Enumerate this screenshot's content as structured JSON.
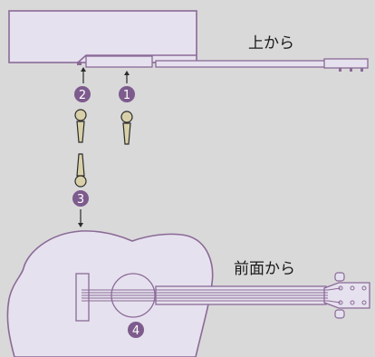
{
  "labels": {
    "top_view": "上から",
    "front_view": "前面から"
  },
  "markers": {
    "m1": "1",
    "m2": "2",
    "m3": "3",
    "m4": "4"
  },
  "colors": {
    "background": "#d9d9d9",
    "outline": "#8a6a97",
    "fill": "#e6e1ee",
    "badge": "#7d5b8d",
    "badge_text": "#ffffff",
    "pin_fill": "#d8d0a8",
    "pin_outline": "#2b2b2b"
  },
  "icons": {
    "pin": "strap-button-pin-icon",
    "arrow": "arrow-icon"
  }
}
